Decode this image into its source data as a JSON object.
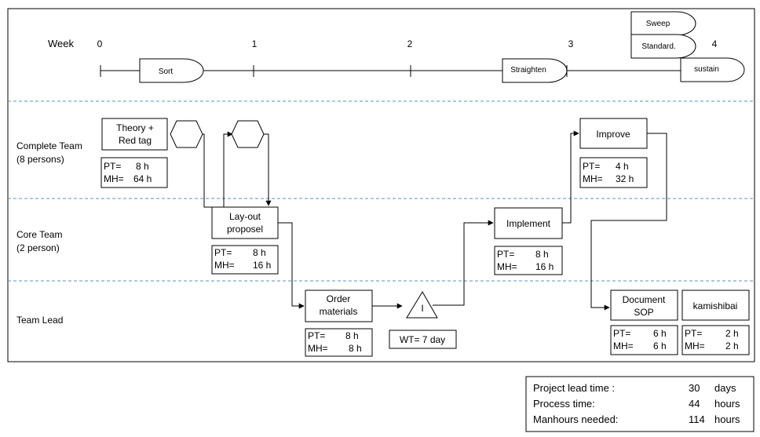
{
  "timeline": {
    "week_label": "Week",
    "ticks": [
      "0",
      "1",
      "2",
      "3",
      "4"
    ],
    "phases": {
      "sort": "Sort",
      "straighten": "Straighten",
      "sustain": "sustain",
      "sweep": "Sweep",
      "standard": "Standard."
    }
  },
  "lanes": {
    "complete_team": [
      "Complete Team",
      "(8 persons)"
    ],
    "core_team": [
      "Core Team",
      "(2 person)"
    ],
    "team_lead": "Team Lead"
  },
  "activities": {
    "theory": {
      "title": [
        "Theory +",
        "Red tag"
      ],
      "pt_label": "PT=",
      "pt_value": "8 h",
      "mh_label": "MH=",
      "mh_value": "64 h"
    },
    "layout": {
      "title": [
        "Lay-out",
        "proposel"
      ],
      "pt_label": "PT=",
      "pt_value": "8 h",
      "mh_label": "MH=",
      "mh_value": "16 h"
    },
    "order": {
      "title": [
        "Order",
        "materials"
      ],
      "pt_label": "PT=",
      "pt_value": "8 h",
      "mh_label": "MH=",
      "mh_value": "8 h"
    },
    "implement": {
      "title": [
        "Implement"
      ],
      "pt_label": "PT=",
      "pt_value": "8 h",
      "mh_label": "MH=",
      "mh_value": "16 h"
    },
    "improve": {
      "title": [
        "Improve"
      ],
      "pt_label": "PT=",
      "pt_value": "4 h",
      "mh_label": "MH=",
      "mh_value": "32 h"
    },
    "document": {
      "title": [
        "Document",
        "SOP"
      ],
      "pt_label": "PT=",
      "pt_value": "6 h",
      "mh_label": "MH=",
      "mh_value": "6 h"
    },
    "kamishibai": {
      "title": [
        "kamishibai"
      ],
      "pt_label": "PT=",
      "pt_value": "2 h",
      "mh_label": "MH=",
      "mh_value": "2 h"
    }
  },
  "inventory": {
    "symbol": "I",
    "wait_time": "WT= 7 day"
  },
  "summary": {
    "rows": [
      {
        "label": "Project lead time :",
        "value": "30",
        "unit": "days"
      },
      {
        "label": "Process time:",
        "value": "44",
        "unit": "hours"
      },
      {
        "label": "Manhours  needed:",
        "value": "114",
        "unit": "hours"
      }
    ]
  },
  "colors": {
    "lane_divider": "#5b8fc9",
    "line": "#000000"
  }
}
